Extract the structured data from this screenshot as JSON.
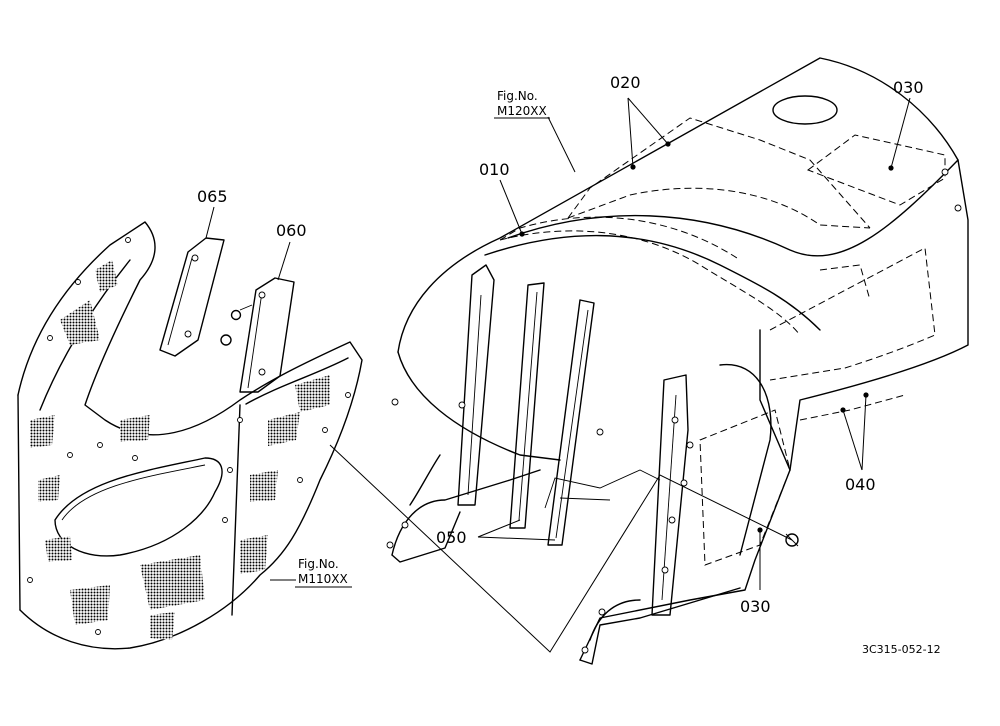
{
  "callouts": {
    "p010": "010",
    "p020": "020",
    "p030_top": "030",
    "p030_bottom": "030",
    "p040": "040",
    "p050": "050",
    "p060": "060",
    "p065": "065"
  },
  "fig_refs": {
    "upper": {
      "label": "Fig.No.",
      "number": "M120XX"
    },
    "lower": {
      "label": "Fig.No.",
      "number": "M110XX"
    }
  },
  "drawing_code": "3C315-052-12",
  "colors": {
    "line": "#000000",
    "background": "#ffffff"
  }
}
